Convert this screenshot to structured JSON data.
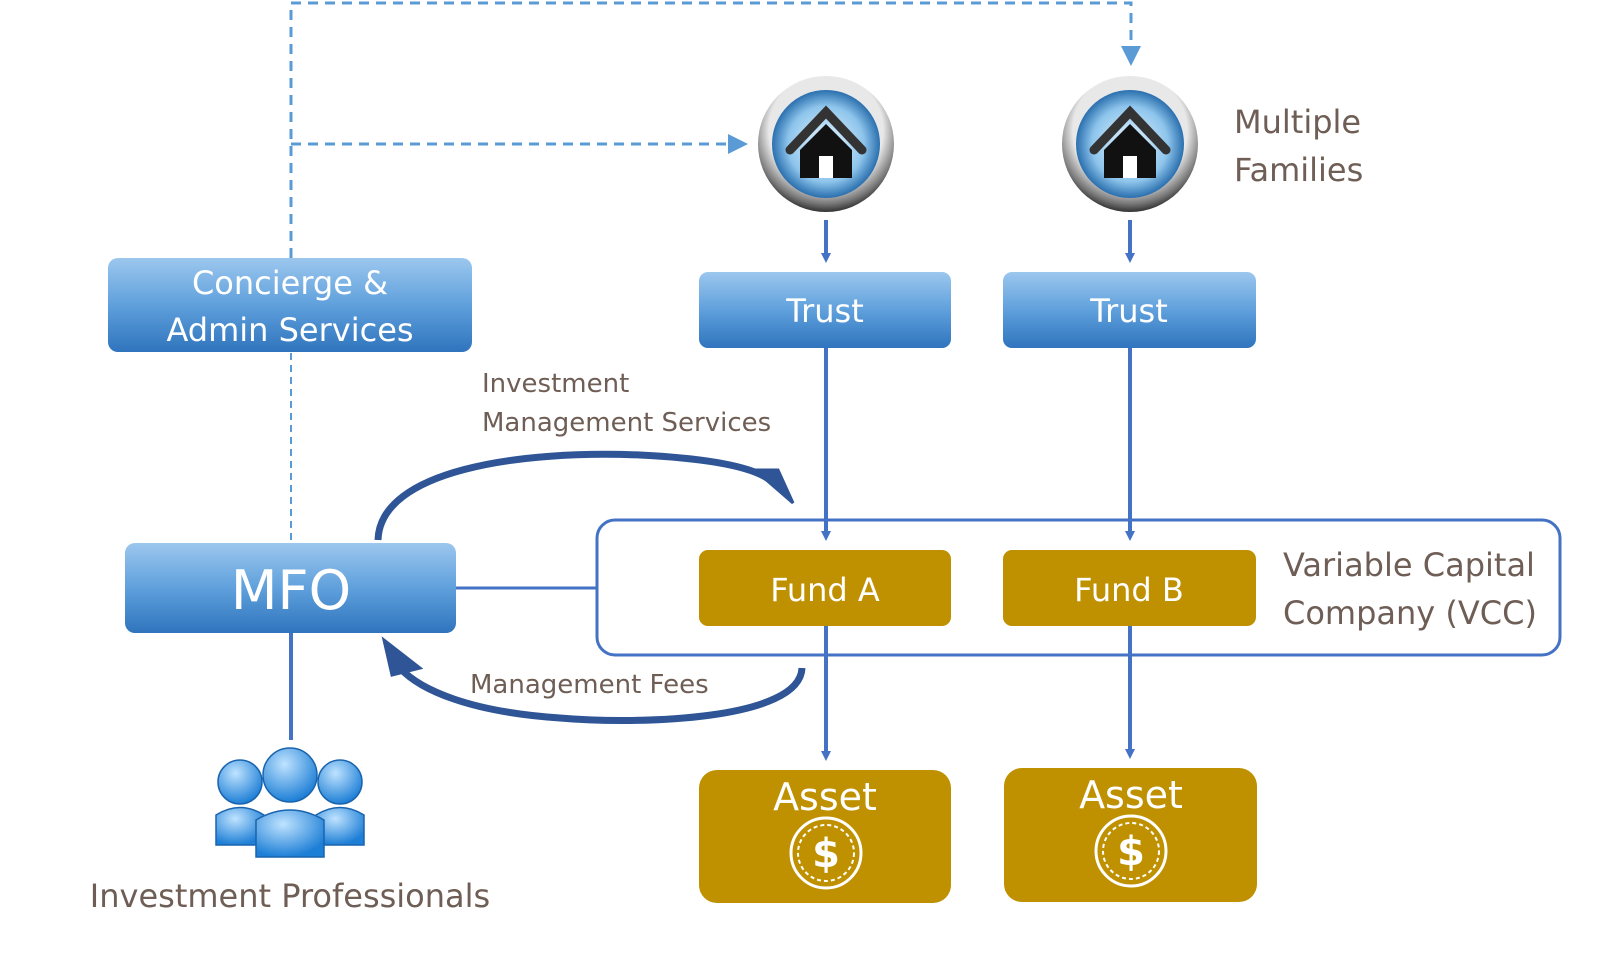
{
  "nodes": {
    "concierge": [
      "Concierge &",
      "Admin Services"
    ],
    "trust_a": "Trust",
    "trust_b": "Trust",
    "mfo": "MFO",
    "fund_a": "Fund A",
    "fund_b": "Fund B",
    "asset_a": "Asset",
    "asset_b": "Asset"
  },
  "labels": {
    "families": [
      "Multiple",
      "Families"
    ],
    "vcc": [
      "Variable Capital",
      "Company (VCC)"
    ],
    "investment_services": [
      "Investment",
      "Management Services"
    ],
    "management_fees": "Management Fees",
    "professionals": "Investment Professionals"
  },
  "icons": {
    "family": "house-icon",
    "asset": "dollar-coin-icon",
    "professionals": "people-group-icon"
  },
  "colors": {
    "blue_box": "#4a8fd0",
    "gold_box": "#bf9000",
    "connector": "#4472c4",
    "dashed": "#5b9bd5",
    "curve": "#2f5597",
    "label_text": "#6e5e55"
  }
}
